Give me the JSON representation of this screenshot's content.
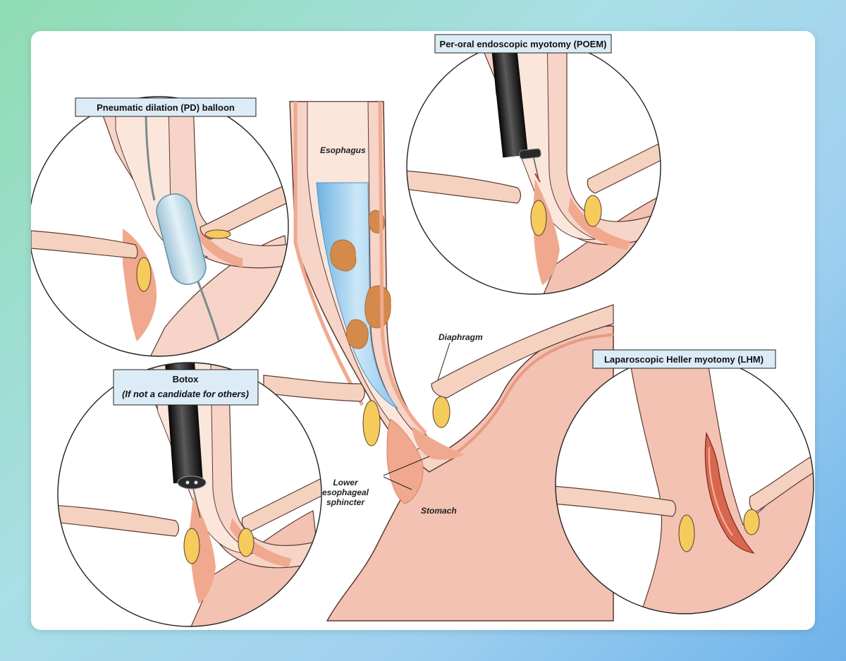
{
  "labels": {
    "pd_balloon": "Pneumatic dilation (PD) balloon",
    "poem": "Per-oral endoscopic myotomy (POEM)",
    "botox_title": "Botox",
    "botox_subtitle": "(If not a candidate for others)",
    "lhm": "Laparoscopic Heller myotomy (LHM)",
    "esophagus": "Esophagus",
    "diaphragm": "Diaphragm",
    "les_line1": "Lower",
    "les_line2": "esophageal",
    "les_line3": "sphincter",
    "stomach": "Stomach"
  },
  "colors": {
    "tissue": "#f6d4c7",
    "tissue_light": "#fbe6dc",
    "muscle": "#f0a98e",
    "stomach": "#f3c2b2",
    "diaphragm": "#f5d2bf",
    "fat": "#f5cb5c",
    "fluid": "#a9d4f0",
    "food": "#d48a4a",
    "scope": "#1a1a1a",
    "label_box": "#dcecf7"
  }
}
